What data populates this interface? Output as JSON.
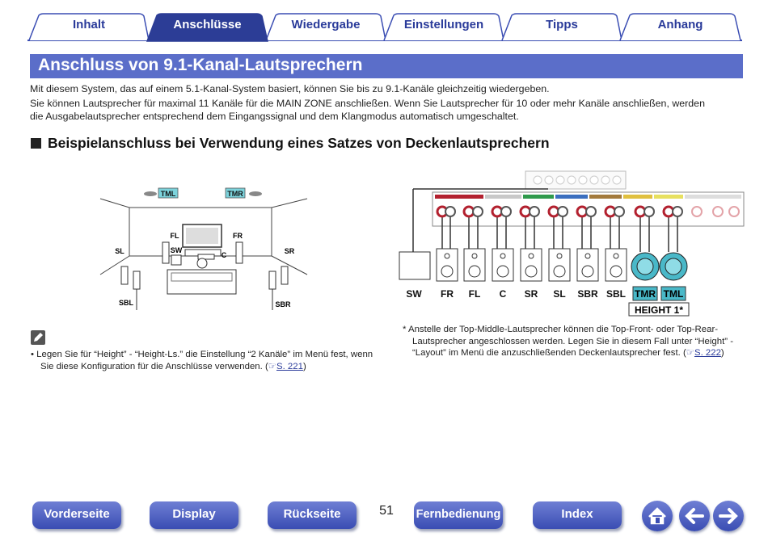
{
  "tabs": [
    "Inhalt",
    "Anschlüsse",
    "Wiedergabe",
    "Einstellungen",
    "Tipps",
    "Anhang"
  ],
  "active_tab": "Anschlüsse",
  "page_title": "Anschluss von 9.1-Kanal-Lautsprechern",
  "intro": [
    "Mit diesem System, das auf einem 5.1-Kanal-System basiert, können Sie bis zu 9.1-Kanäle gleichzeitig wiedergeben.",
    "Sie können Lautsprecher für maximal 11 Kanäle für die MAIN ZONE anschließen. Wenn Sie Lautsprecher für 10 oder mehr Kanäle anschließen, werden",
    "die Ausgabelautsprecher entsprechend dem Eingangssignal und dem Klangmodus automatisch umgeschaltet."
  ],
  "subheading": "Beispielanschluss bei Verwendung eines Satzes von Deckenlautsprechern",
  "room_labels": {
    "tml": "TML",
    "tmr": "TMR",
    "fl": "FL",
    "fr": "FR",
    "sl": "SL",
    "sr": "SR",
    "sw": "SW",
    "c": "C",
    "sbl": "SBL",
    "sbr": "SBR"
  },
  "speaker_labels": [
    "SW",
    "FR",
    "FL",
    "C",
    "SR",
    "SL",
    "SBR",
    "SBL",
    "TMR",
    "TML"
  ],
  "height_label": "HEIGHT 1*",
  "note_left": {
    "line1": "Legen Sie für “Height” - “Height-Ls.” die Einstellung “2 Kanäle” im Menü fest, wenn",
    "line2": "Sie diese Konfiguration für die Anschlüsse verwenden.",
    "link": "S. 221"
  },
  "note_right": {
    "line1": "Anstelle der Top-Middle-Lautsprecher können die Top-Front- oder Top-Rear-",
    "line2": "Lautsprecher angeschlossen werden. Legen Sie in diesem Fall unter “Height” -",
    "line3": "“Layout” im Menü die anzuschließenden Deckenlautsprecher fest.",
    "link": "S. 222"
  },
  "page_number": "51",
  "bottom_nav": [
    "Vorderseite",
    "Display",
    "Rückseite",
    "Fernbedienung",
    "Index"
  ],
  "icons": [
    "home-icon",
    "back-arrow-icon",
    "forward-arrow-icon"
  ],
  "colors": {
    "accent": "#5b6ec9",
    "tab_active": "#2c3d96",
    "speaker_highlight": "#49b8c8"
  }
}
